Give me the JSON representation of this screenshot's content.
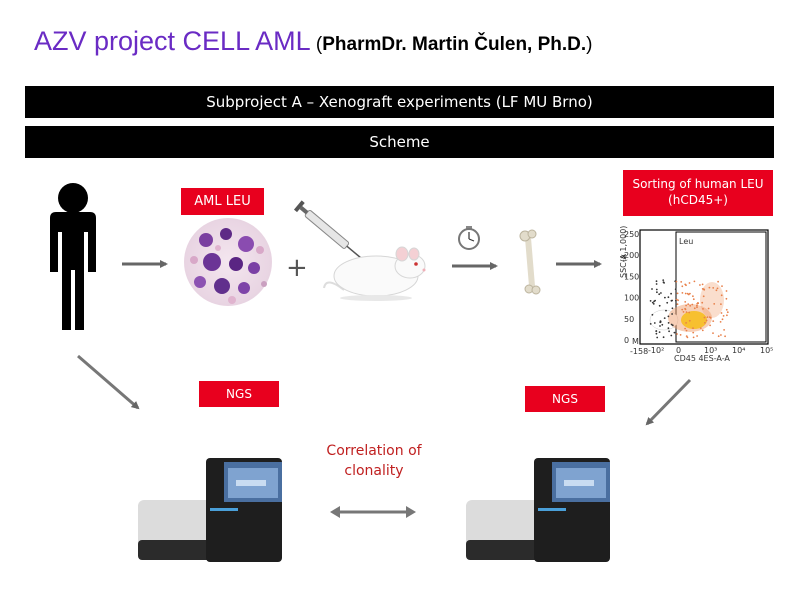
{
  "title": {
    "main": "AZV project CELL AML",
    "paren_open": " (",
    "author": "PharmDr. Martin Čulen, Ph.D.",
    "paren_close": ")"
  },
  "banners": {
    "subproject": "Subproject A – Xenograft experiments (LF MU Brno)",
    "scheme": "Scheme"
  },
  "labels": {
    "aml_leu": "AML LEU",
    "sorting_line1": "Sorting of human LEU",
    "sorting_line2": "(hCD45+)",
    "ngs_left": "NGS",
    "ngs_right": "NGS",
    "correlation_line1": "Correlation of",
    "correlation_line2": "clonality",
    "plus": "+"
  },
  "flow_plot": {
    "gate_label": "Leu",
    "y_axis_label": "SSC-A",
    "y_axis_scale": "(x 1,000)",
    "y_ticks": [
      "250",
      "200",
      "150",
      "100",
      "50",
      "0"
    ],
    "x_axis_label": "CD45 4ES-A-A",
    "x_ticks": [
      "-10²",
      "0",
      "10³",
      "10⁴",
      "10⁵"
    ],
    "x_tick_extra": "-158",
    "marker": "M"
  },
  "colors": {
    "title_purple": "#6a2bc4",
    "label_red": "#e8001e",
    "correlation_red": "#c02020"
  }
}
